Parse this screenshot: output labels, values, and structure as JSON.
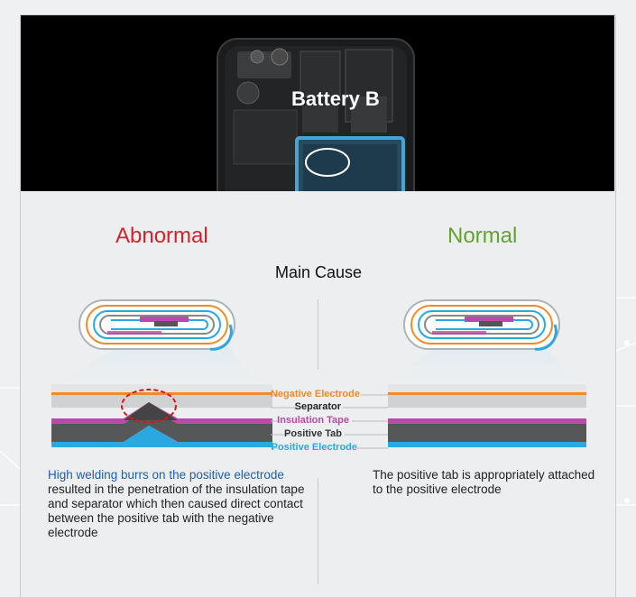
{
  "header": {
    "title": "Battery B"
  },
  "sections": {
    "abnormal": "Abnormal",
    "normal": "Normal",
    "main_cause": "Main Cause"
  },
  "layer_labels": {
    "negative_electrode": "Negative Electrode",
    "separator": "Separator",
    "insulation_tape": "Insulation Tape",
    "positive_tab": "Positive Tab",
    "positive_electrode": "Positive Electrode"
  },
  "descriptions": {
    "abnormal_highlight": "High welding burrs on the positive electrode",
    "abnormal_rest": " resulted in the penetration of the insulation tape and separator which then caused direct contact between the positive tab with the negative electrode",
    "normal": "The positive tab is appropriately attached to the positive electrode"
  },
  "colors": {
    "abnormal": "#d2232a",
    "normal": "#62a32e",
    "negative_electrode": "#f08a2a",
    "insulation_tape": "#b94aa8",
    "positive_electrode": "#2aa8e0",
    "highlight_text": "#1f5fb0"
  }
}
